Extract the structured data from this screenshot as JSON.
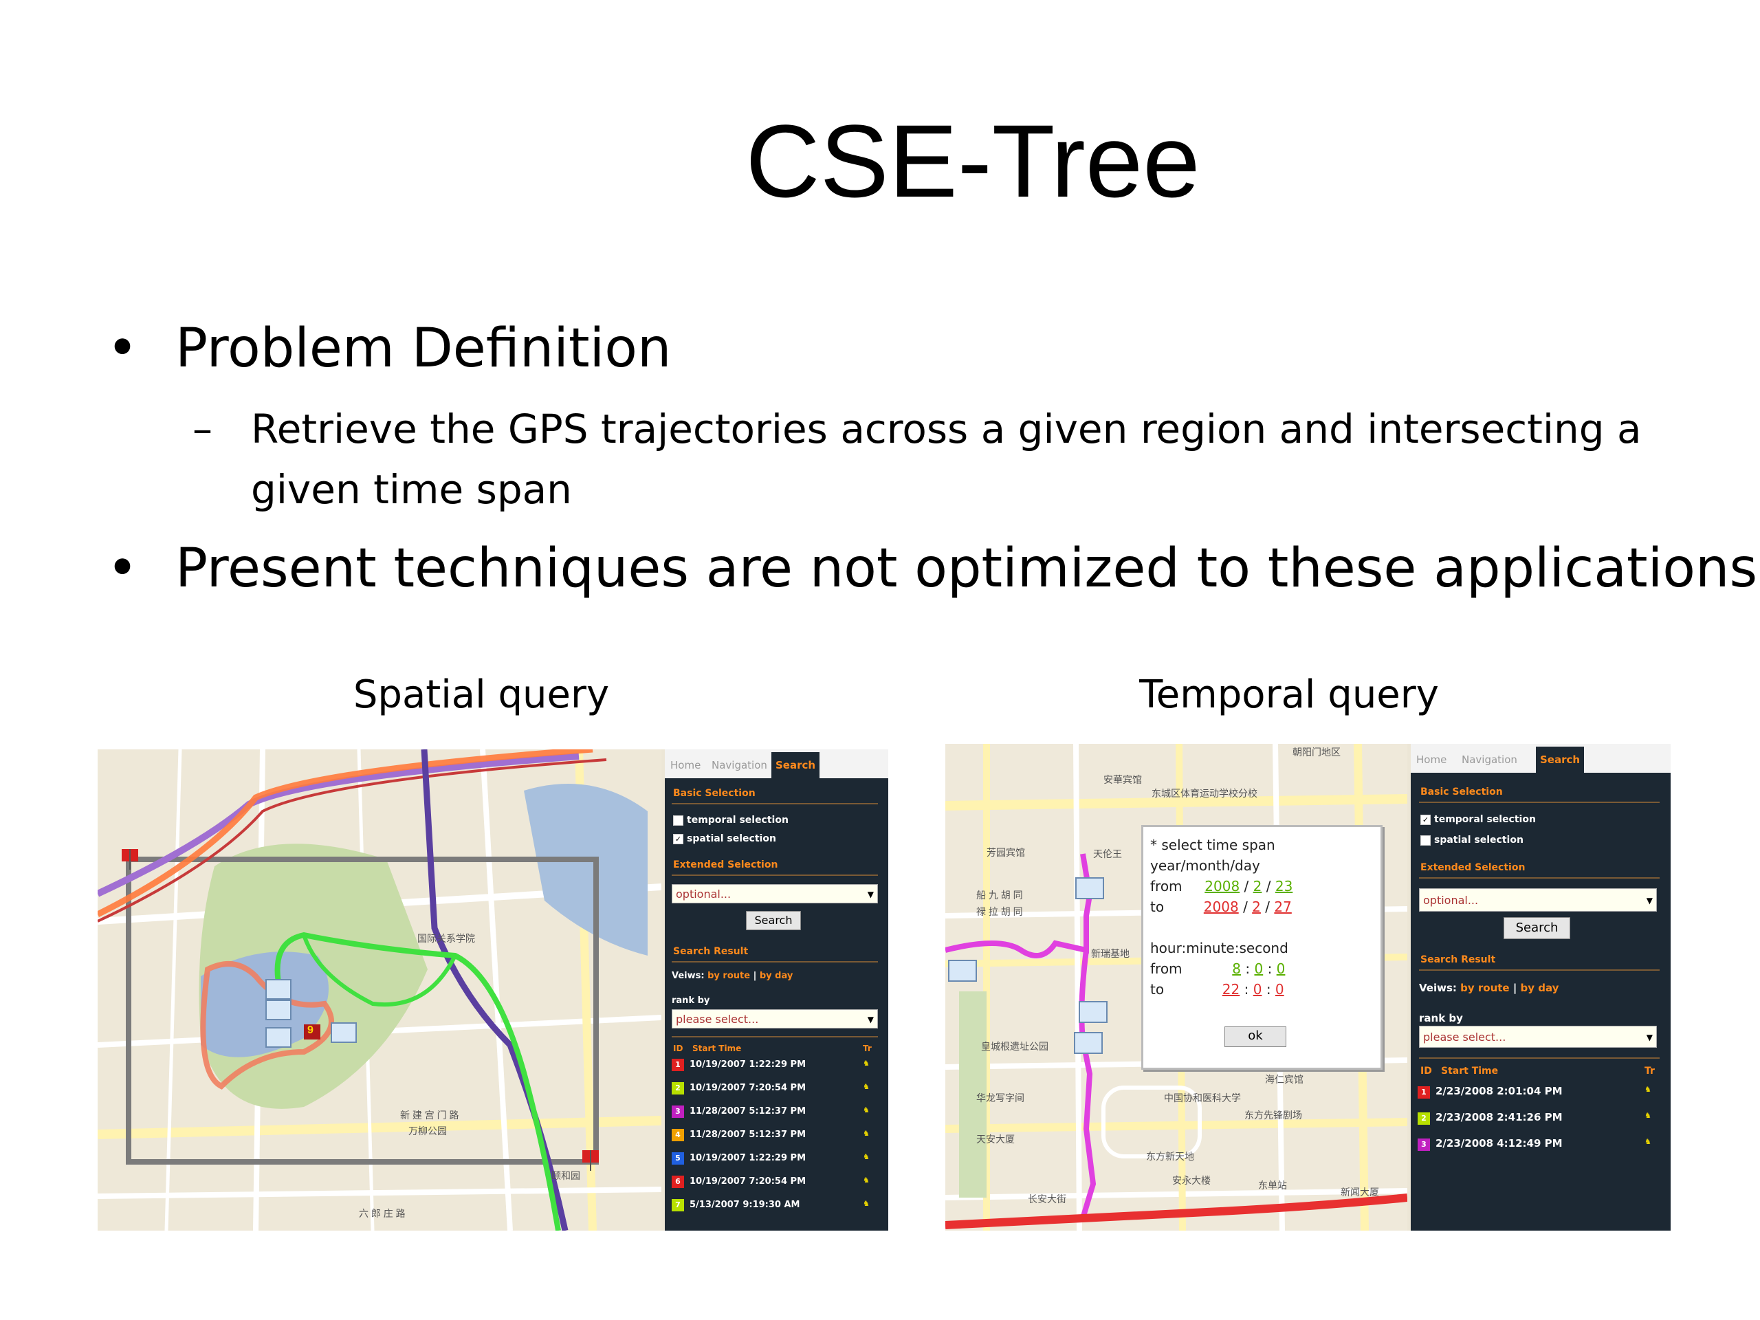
{
  "slide": {
    "title": "CSE-Tree",
    "bullet1": "Problem Definition",
    "sub1_line1": "Retrieve the GPS trajectories across a given region and intersecting a",
    "sub1_line2": "given time span",
    "bullet2": "Present techniques are not optimized to these applications",
    "caption_left": "Spatial query",
    "caption_right": "Temporal query",
    "bullet_glyph": "•",
    "dash_glyph": "–"
  },
  "spatial": {
    "tabs": [
      "Home",
      "Navigation",
      "Search"
    ],
    "basic_selection": "Basic Selection",
    "temporal_selection": "temporal selection",
    "spatial_selection": "spatial selection",
    "temporal_checked": false,
    "spatial_checked": true,
    "extended_selection": "Extended Selection",
    "optional": "optional...",
    "search_button": "Search",
    "search_result": "Search Result",
    "views_label": "Veiws:",
    "by_route": "by route",
    "sep": "|",
    "by_day": "by day",
    "rank_by": "rank by",
    "please_select": "please select...",
    "col_id": "ID",
    "col_start": "Start Time",
    "col_tr": "Tr",
    "rows": [
      {
        "id": "1",
        "time": "10/19/2007 1:22:29 PM",
        "color": "#e02020"
      },
      {
        "id": "2",
        "time": "10/19/2007 7:20:54 PM",
        "color": "#b8e000"
      },
      {
        "id": "3",
        "time": "11/28/2007 5:12:37 PM",
        "color": "#c020c0"
      },
      {
        "id": "4",
        "time": "11/28/2007 5:12:37 PM",
        "color": "#f0a000"
      },
      {
        "id": "5",
        "time": "10/19/2007 1:22:29 PM",
        "color": "#2060e0"
      },
      {
        "id": "6",
        "time": "10/19/2007 7:20:54 PM",
        "color": "#e02020"
      },
      {
        "id": "7",
        "time": "5/13/2007 9:19:30 AM",
        "color": "#b8e000"
      }
    ],
    "map_labels": [
      "国际关系学院",
      "新 建 宫 门 路",
      "万柳公园",
      "六 郎 庄 路",
      "颐和园"
    ],
    "marker_number": "9"
  },
  "temporal": {
    "tabs": [
      "Home",
      "Navigation",
      "Search"
    ],
    "basic_selection": "Basic Selection",
    "temporal_selection": "temporal selection",
    "spatial_selection": "spatial selection",
    "temporal_checked": true,
    "spatial_checked": false,
    "extended_selection": "Extended Selection",
    "optional": "optional...",
    "search_button": "Search",
    "search_result": "Search Result",
    "views_label": "Veiws:",
    "by_route": "by route",
    "sep": "|",
    "by_day": "by day",
    "rank_by": "rank by",
    "please_select": "please select...",
    "col_id": "ID",
    "col_start": "Start Time",
    "col_tr": "Tr",
    "rows": [
      {
        "id": "1",
        "time": "2/23/2008 2:01:04 PM",
        "color": "#e02020"
      },
      {
        "id": "2",
        "time": "2/23/2008 2:41:26 PM",
        "color": "#b8e000"
      },
      {
        "id": "3",
        "time": "2/23/2008 4:12:49 PM",
        "color": "#c020c0"
      }
    ],
    "dialog": {
      "title": "* select time span",
      "date_format": "year/month/day",
      "from_label": "from",
      "to_label": "to",
      "from_year": "2008",
      "from_month": "2",
      "from_day": "23",
      "to_year": "2008",
      "to_month": "2",
      "to_day": "27",
      "time_format": "hour:minute:second",
      "from_h": "8",
      "from_m": "0",
      "from_s": "0",
      "to_h": "22",
      "to_m": "0",
      "to_s": "0",
      "slash": "/",
      "colon": ":",
      "ok": "ok"
    },
    "map_labels": [
      "朝阳门地区",
      "安華宾馆",
      "东城区体育运动学校分校",
      "芳园宾馆",
      "天伦王",
      "船 九 胡 同",
      "禄 拉 胡 同",
      "新瑞基地",
      "皇城根遗址公园",
      "华龙写字间",
      "天安大厦",
      "中国协和医科大学",
      "东方新天地",
      "东方先锋剧场",
      "东单站",
      "安永大楼",
      "长安大街",
      "新闻大厦",
      "海仁宾馆"
    ]
  }
}
